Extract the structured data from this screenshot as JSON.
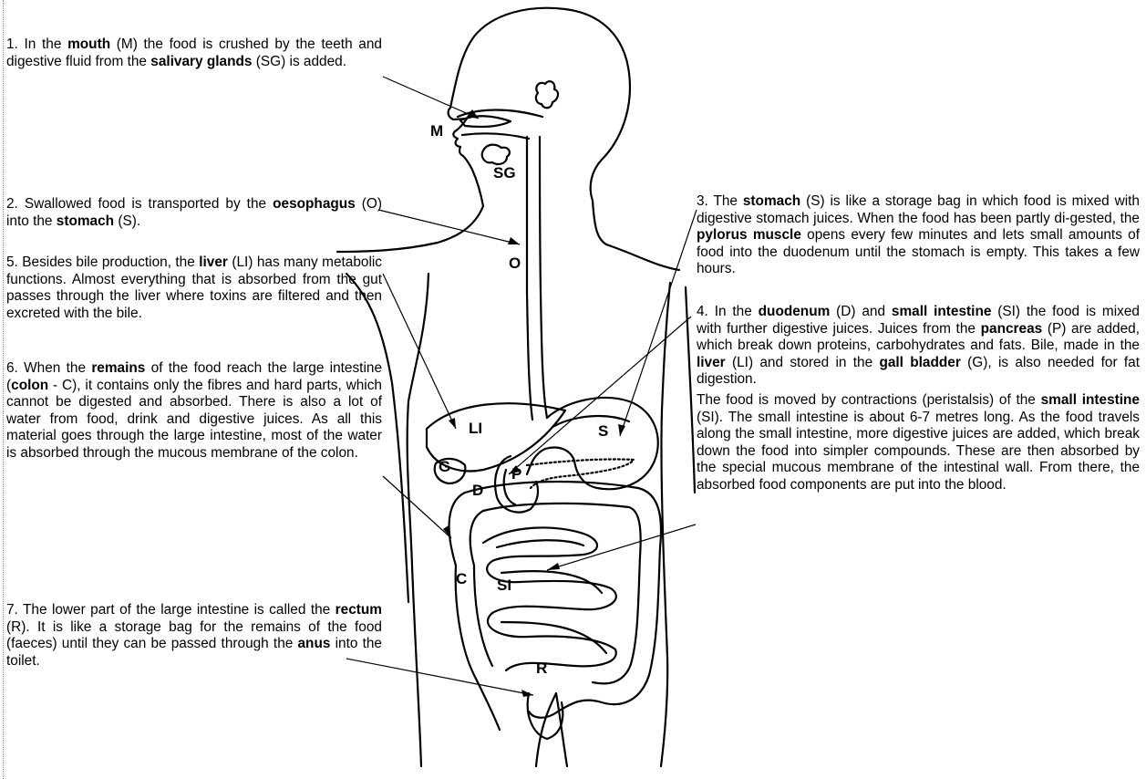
{
  "organ_labels": {
    "M": "M",
    "SG": "SG",
    "O": "O",
    "LI": "LI",
    "S": "S",
    "G": "G",
    "D": "D",
    "P": "P",
    "C": "C",
    "SI": "SI",
    "R": "R"
  },
  "descriptions": [
    {
      "id": "mouth",
      "segments": [
        {
          "t": "1. In the ",
          "b": false
        },
        {
          "t": "mouth",
          "b": true
        },
        {
          "t": " (M) the food is crushed by the teeth and digestive fluid from the ",
          "b": false
        },
        {
          "t": "salivary glands",
          "b": true
        },
        {
          "t": " (SG) is added.",
          "b": false
        }
      ]
    },
    {
      "id": "oesophagus",
      "segments": [
        {
          "t": "2. Swallowed food is transported by the ",
          "b": false
        },
        {
          "t": "oesophagus",
          "b": true
        },
        {
          "t": " (O) into the ",
          "b": false
        },
        {
          "t": "stomach",
          "b": true
        },
        {
          "t": " (S).",
          "b": false
        }
      ]
    },
    {
      "id": "stomach",
      "segments": [
        {
          "t": "3. The ",
          "b": false
        },
        {
          "t": "stomach",
          "b": true
        },
        {
          "t": " (S) is like a storage bag in which food is mixed with digestive stomach juices. When the food has been partly di-gested, the ",
          "b": false
        },
        {
          "t": "pylorus muscle",
          "b": true
        },
        {
          "t": " opens every few minutes and lets small amounts of food into the duodenum until the stomach is empty. This takes a few hours.",
          "b": false
        }
      ]
    },
    {
      "id": "duodenum",
      "segments": [
        {
          "t": "4. In the ",
          "b": false
        },
        {
          "t": "duodenum",
          "b": true
        },
        {
          "t": " (D) and ",
          "b": false
        },
        {
          "t": "small intestine",
          "b": true
        },
        {
          "t": " (SI) the food is mixed with further digestive juices. Juices from the ",
          "b": false
        },
        {
          "t": "pancreas",
          "b": true
        },
        {
          "t": " (P) are added, which break down proteins, carbohydrates and fats. Bile, made in the ",
          "b": false
        },
        {
          "t": "liver",
          "b": true
        },
        {
          "t": " (LI) and stored in the ",
          "b": false
        },
        {
          "t": "gall bladder",
          "b": true
        },
        {
          "t": " (G), is also needed for fat digestion.",
          "b": false
        }
      ]
    },
    {
      "id": "peristalsis",
      "segments": [
        {
          "t": "The food is moved by contractions (peristalsis) of the ",
          "b": false
        },
        {
          "t": "small intestine",
          "b": true
        },
        {
          "t": " (SI). The small intestine is about 6-7 metres long.  As the food travels along the small intestine, more digestive juices are added, which break down the food into simpler compounds. These are then absorbed by the special mucous membrane of the intestinal wall. From there, the absorbed food components are put into the blood.",
          "b": false
        }
      ]
    },
    {
      "id": "liver",
      "segments": [
        {
          "t": "5. Besides bile production, the ",
          "b": false
        },
        {
          "t": "liver",
          "b": true
        },
        {
          "t": " (LI) has many metabolic functions. Almost everything that is absorbed from the gut passes through the liver where toxins are filtered and then excreted with the bile.",
          "b": false
        }
      ]
    },
    {
      "id": "colon",
      "segments": [
        {
          "t": "6. When the ",
          "b": false
        },
        {
          "t": "remains",
          "b": true
        },
        {
          "t": " of the food reach the large intestine (",
          "b": false
        },
        {
          "t": "colon",
          "b": true
        },
        {
          "t": " - C), it contains only the fibres and hard parts, which cannot be digested and absorbed.  There is also a lot of water from food, drink and digestive juices. As all this material goes through the large intestine, most of the water is absorbed through the mucous membrane of the colon.",
          "b": false
        }
      ]
    },
    {
      "id": "rectum",
      "segments": [
        {
          "t": "7. The lower part of the large intestine is called the ",
          "b": false
        },
        {
          "t": "rectum",
          "b": true
        },
        {
          "t": " (R). It is like a storage bag for the remains of the food (faeces) until they can be passed through the ",
          "b": false
        },
        {
          "t": "anus",
          "b": true
        },
        {
          "t": " into the toilet.",
          "b": false
        }
      ]
    }
  ]
}
